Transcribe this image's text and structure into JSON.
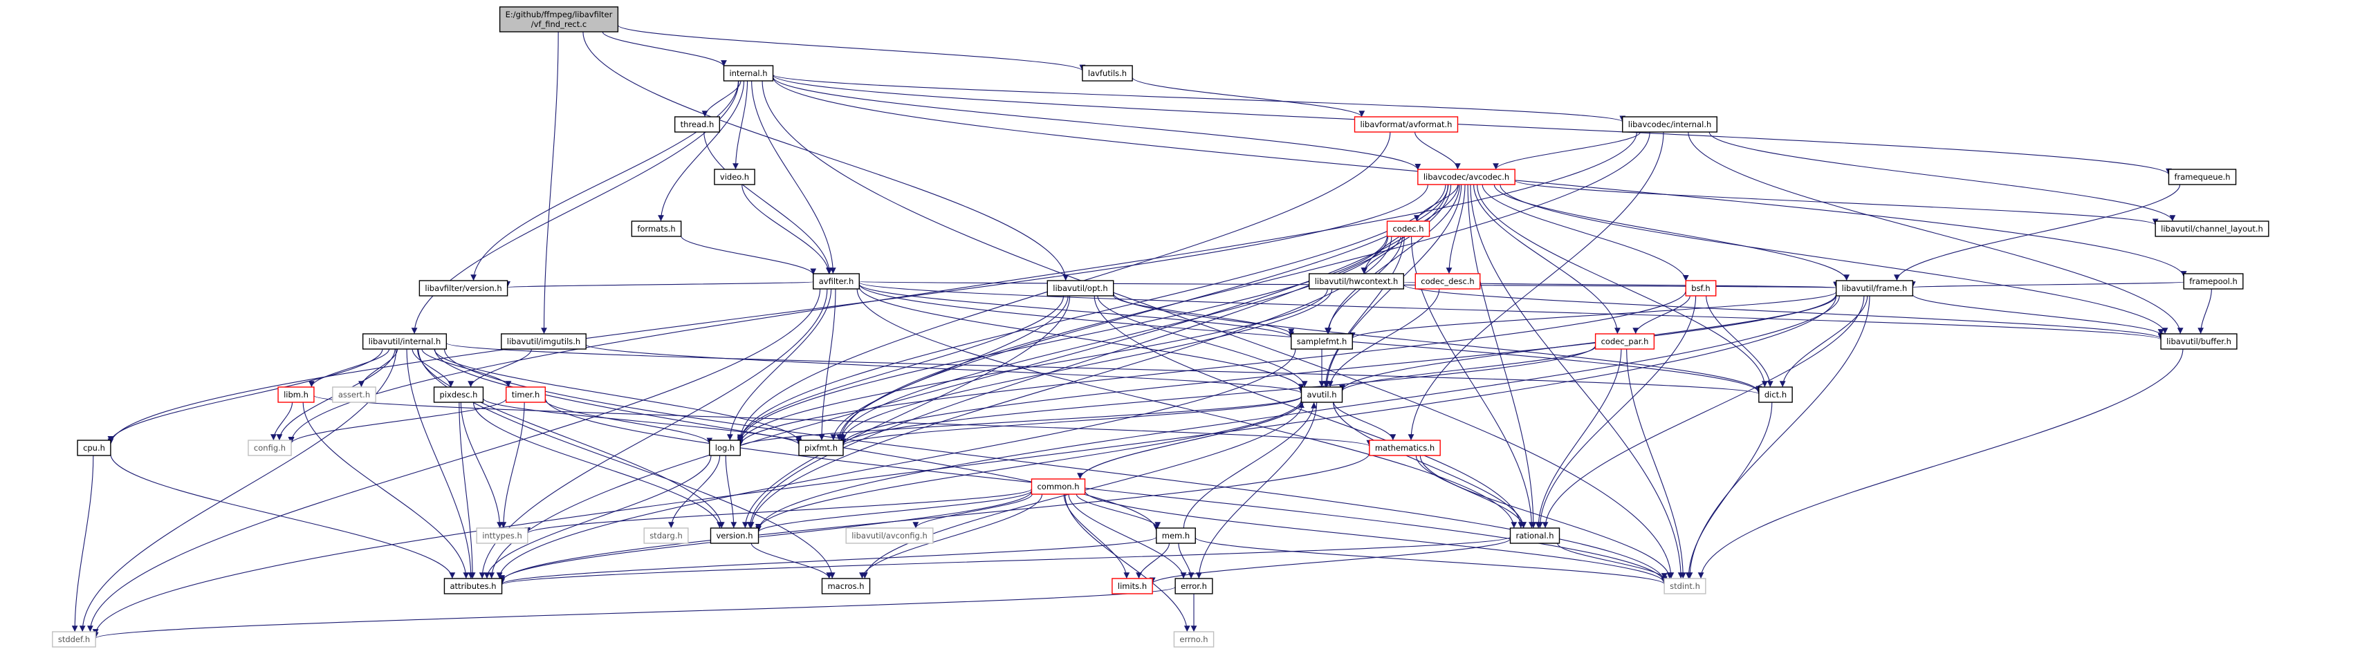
{
  "graph": {
    "title": "E:/github/ffmpeg/libavfilter/vf_find_rect.c",
    "colors": {
      "root_fill": "#bfbfbf",
      "normal_border": "#000000",
      "truncated_border": "#ff0000",
      "external_border": "#bfbfbf",
      "edge": "#191970",
      "normal_text": "#000000",
      "external_text": "#555555",
      "background": "#ffffff"
    },
    "nodes": [
      {
        "id": "root",
        "lines": [
          "E:/github/ffmpeg/libavfilter",
          "/vf_find_rect.c"
        ],
        "kind": "root"
      },
      {
        "id": "internal_h",
        "lines": [
          "internal.h"
        ],
        "kind": "normal"
      },
      {
        "id": "lavfutils_h",
        "lines": [
          "lavfutils.h"
        ],
        "kind": "normal"
      },
      {
        "id": "thread_h",
        "lines": [
          "thread.h"
        ],
        "kind": "normal"
      },
      {
        "id": "libavformat_avformat_h",
        "lines": [
          "libavformat/avformat.h"
        ],
        "kind": "truncated"
      },
      {
        "id": "libavcodec_internal_h",
        "lines": [
          "libavcodec/internal.h"
        ],
        "kind": "normal"
      },
      {
        "id": "video_h",
        "lines": [
          "video.h"
        ],
        "kind": "normal"
      },
      {
        "id": "libavcodec_avcodec_h",
        "lines": [
          "libavcodec/avcodec.h"
        ],
        "kind": "truncated"
      },
      {
        "id": "framequeue_h",
        "lines": [
          "framequeue.h"
        ],
        "kind": "normal"
      },
      {
        "id": "formats_h",
        "lines": [
          "formats.h"
        ],
        "kind": "normal"
      },
      {
        "id": "codec_h",
        "lines": [
          "codec.h"
        ],
        "kind": "truncated"
      },
      {
        "id": "libavutil_channel_layout_h",
        "lines": [
          "libavutil/channel_layout.h"
        ],
        "kind": "normal"
      },
      {
        "id": "avfilter_h",
        "lines": [
          "avfilter.h"
        ],
        "kind": "normal"
      },
      {
        "id": "libavutil_hwcontext_h",
        "lines": [
          "libavutil/hwcontext.h"
        ],
        "kind": "normal"
      },
      {
        "id": "codec_desc_h",
        "lines": [
          "codec_desc.h"
        ],
        "kind": "truncated"
      },
      {
        "id": "framepool_h",
        "lines": [
          "framepool.h"
        ],
        "kind": "normal"
      },
      {
        "id": "libavfilter_version_h",
        "lines": [
          "libavfilter/version.h"
        ],
        "kind": "normal"
      },
      {
        "id": "libavutil_opt_h",
        "lines": [
          "libavutil/opt.h"
        ],
        "kind": "normal"
      },
      {
        "id": "libavutil_frame_h",
        "lines": [
          "libavutil/frame.h"
        ],
        "kind": "normal"
      },
      {
        "id": "bsf_h",
        "lines": [
          "bsf.h"
        ],
        "kind": "truncated"
      },
      {
        "id": "libavutil_internal_h",
        "lines": [
          "libavutil/internal.h"
        ],
        "kind": "normal"
      },
      {
        "id": "libavutil_imgutils_h",
        "lines": [
          "libavutil/imgutils.h"
        ],
        "kind": "normal"
      },
      {
        "id": "samplefmt_h",
        "lines": [
          "samplefmt.h"
        ],
        "kind": "normal"
      },
      {
        "id": "codec_par_h",
        "lines": [
          "codec_par.h"
        ],
        "kind": "truncated"
      },
      {
        "id": "libavutil_buffer_h",
        "lines": [
          "libavutil/buffer.h"
        ],
        "kind": "normal"
      },
      {
        "id": "libm_h",
        "lines": [
          "libm.h"
        ],
        "kind": "truncated"
      },
      {
        "id": "assert_h",
        "lines": [
          "assert.h"
        ],
        "kind": "external"
      },
      {
        "id": "pixdesc_h",
        "lines": [
          "pixdesc.h"
        ],
        "kind": "normal"
      },
      {
        "id": "timer_h",
        "lines": [
          "timer.h"
        ],
        "kind": "truncated"
      },
      {
        "id": "avutil_h",
        "lines": [
          "avutil.h"
        ],
        "kind": "normal"
      },
      {
        "id": "dict_h",
        "lines": [
          "dict.h"
        ],
        "kind": "normal"
      },
      {
        "id": "cpu_h",
        "lines": [
          "cpu.h"
        ],
        "kind": "normal"
      },
      {
        "id": "config_h",
        "lines": [
          "config.h"
        ],
        "kind": "external"
      },
      {
        "id": "log_h",
        "lines": [
          "log.h"
        ],
        "kind": "normal"
      },
      {
        "id": "pixfmt_h",
        "lines": [
          "pixfmt.h"
        ],
        "kind": "normal"
      },
      {
        "id": "mathematics_h",
        "lines": [
          "mathematics.h"
        ],
        "kind": "truncated"
      },
      {
        "id": "common_h",
        "lines": [
          "common.h"
        ],
        "kind": "truncated"
      },
      {
        "id": "inttypes_h",
        "lines": [
          "inttypes.h"
        ],
        "kind": "external"
      },
      {
        "id": "stdarg_h",
        "lines": [
          "stdarg.h"
        ],
        "kind": "external"
      },
      {
        "id": "version_h",
        "lines": [
          "version.h"
        ],
        "kind": "normal"
      },
      {
        "id": "libavutil_avconfig_h",
        "lines": [
          "libavutil/avconfig.h"
        ],
        "kind": "external"
      },
      {
        "id": "mem_h",
        "lines": [
          "mem.h"
        ],
        "kind": "normal"
      },
      {
        "id": "rational_h",
        "lines": [
          "rational.h"
        ],
        "kind": "normal"
      },
      {
        "id": "attributes_h",
        "lines": [
          "attributes.h"
        ],
        "kind": "normal"
      },
      {
        "id": "macros_h",
        "lines": [
          "macros.h"
        ],
        "kind": "normal"
      },
      {
        "id": "limits_h",
        "lines": [
          "limits.h"
        ],
        "kind": "truncated"
      },
      {
        "id": "error_h",
        "lines": [
          "error.h"
        ],
        "kind": "normal"
      },
      {
        "id": "stdint_h",
        "lines": [
          "stdint.h"
        ],
        "kind": "external"
      },
      {
        "id": "stddef_h",
        "lines": [
          "stddef.h"
        ],
        "kind": "external"
      },
      {
        "id": "errno_h",
        "lines": [
          "errno.h"
        ],
        "kind": "external"
      }
    ],
    "edges": [
      [
        "root",
        "internal_h"
      ],
      [
        "root",
        "lavfutils_h"
      ],
      [
        "root",
        "libavutil_opt_h"
      ],
      [
        "root",
        "libavutil_imgutils_h"
      ],
      [
        "internal_h",
        "thread_h"
      ],
      [
        "internal_h",
        "video_h"
      ],
      [
        "internal_h",
        "formats_h"
      ],
      [
        "internal_h",
        "avfilter_h"
      ],
      [
        "internal_h",
        "libavcodec_avcodec_h"
      ],
      [
        "internal_h",
        "libavcodec_internal_h"
      ],
      [
        "internal_h",
        "framequeue_h"
      ],
      [
        "internal_h",
        "framepool_h"
      ],
      [
        "internal_h",
        "libavutil_internal_h"
      ],
      [
        "internal_h",
        "libavfilter_version_h"
      ],
      [
        "internal_h",
        "stdint_h"
      ],
      [
        "lavfutils_h",
        "libavformat_avformat_h"
      ],
      [
        "thread_h",
        "avfilter_h"
      ],
      [
        "video_h",
        "avfilter_h"
      ],
      [
        "formats_h",
        "avfilter_h"
      ],
      [
        "libavformat_avformat_h",
        "libavcodec_avcodec_h"
      ],
      [
        "libavformat_avformat_h",
        "log_h"
      ],
      [
        "libavcodec_internal_h",
        "libavcodec_avcodec_h"
      ],
      [
        "libavcodec_internal_h",
        "libavutil_buffer_h"
      ],
      [
        "libavcodec_internal_h",
        "libavutil_channel_layout_h"
      ],
      [
        "libavcodec_internal_h",
        "pixfmt_h"
      ],
      [
        "libavcodec_internal_h",
        "mathematics_h"
      ],
      [
        "libavcodec_internal_h",
        "config_h"
      ],
      [
        "libavcodec_avcodec_h",
        "codec_h"
      ],
      [
        "libavcodec_avcodec_h",
        "codec_desc_h"
      ],
      [
        "libavcodec_avcodec_h",
        "bsf_h"
      ],
      [
        "libavcodec_avcodec_h",
        "codec_par_h"
      ],
      [
        "libavcodec_avcodec_h",
        "libavutil_hwcontext_h"
      ],
      [
        "libavcodec_avcodec_h",
        "libavutil_frame_h"
      ],
      [
        "libavcodec_avcodec_h",
        "libavutil_buffer_h"
      ],
      [
        "libavcodec_avcodec_h",
        "samplefmt_h"
      ],
      [
        "libavcodec_avcodec_h",
        "avutil_h"
      ],
      [
        "libavcodec_avcodec_h",
        "dict_h"
      ],
      [
        "libavcodec_avcodec_h",
        "log_h"
      ],
      [
        "libavcodec_avcodec_h",
        "pixfmt_h"
      ],
      [
        "libavcodec_avcodec_h",
        "rational_h"
      ],
      [
        "libavcodec_avcodec_h",
        "attributes_h"
      ],
      [
        "libavcodec_avcodec_h",
        "cpu_h"
      ],
      [
        "libavcodec_avcodec_h",
        "libavutil_channel_layout_h"
      ],
      [
        "libavcodec_avcodec_h",
        "version_h"
      ],
      [
        "libavcodec_avcodec_h",
        "stdint_h"
      ],
      [
        "codec_h",
        "libavutil_hwcontext_h"
      ],
      [
        "codec_h",
        "samplefmt_h"
      ],
      [
        "codec_h",
        "avutil_h"
      ],
      [
        "codec_h",
        "log_h"
      ],
      [
        "codec_h",
        "pixfmt_h"
      ],
      [
        "codec_h",
        "rational_h"
      ],
      [
        "codec_h",
        "version_h"
      ],
      [
        "avfilter_h",
        "libavfilter_version_h"
      ],
      [
        "avfilter_h",
        "libavutil_frame_h"
      ],
      [
        "avfilter_h",
        "samplefmt_h"
      ],
      [
        "avfilter_h",
        "avutil_h"
      ],
      [
        "avfilter_h",
        "dict_h"
      ],
      [
        "avfilter_h",
        "log_h"
      ],
      [
        "avfilter_h",
        "pixfmt_h"
      ],
      [
        "avfilter_h",
        "rational_h"
      ],
      [
        "avfilter_h",
        "attributes_h"
      ],
      [
        "avfilter_h",
        "stddef_h"
      ],
      [
        "avfilter_h",
        "libavutil_buffer_h"
      ],
      [
        "libavutil_hwcontext_h",
        "libavutil_frame_h"
      ],
      [
        "libavutil_hwcontext_h",
        "libavutil_buffer_h"
      ],
      [
        "libavutil_hwcontext_h",
        "pixfmt_h"
      ],
      [
        "libavutil_hwcontext_h",
        "log_h"
      ],
      [
        "codec_desc_h",
        "avutil_h"
      ],
      [
        "framepool_h",
        "libavutil_frame_h"
      ],
      [
        "framepool_h",
        "libavutil_buffer_h"
      ],
      [
        "framequeue_h",
        "libavutil_frame_h"
      ],
      [
        "libavutil_opt_h",
        "avutil_h"
      ],
      [
        "libavutil_opt_h",
        "samplefmt_h"
      ],
      [
        "libavutil_opt_h",
        "dict_h"
      ],
      [
        "libavutil_opt_h",
        "log_h"
      ],
      [
        "libavutil_opt_h",
        "pixfmt_h"
      ],
      [
        "libavutil_opt_h",
        "rational_h"
      ],
      [
        "libavutil_opt_h",
        "version_h"
      ],
      [
        "libavutil_frame_h",
        "avutil_h"
      ],
      [
        "libavutil_frame_h",
        "libavutil_buffer_h"
      ],
      [
        "libavutil_frame_h",
        "dict_h"
      ],
      [
        "libavutil_frame_h",
        "rational_h"
      ],
      [
        "libavutil_frame_h",
        "samplefmt_h"
      ],
      [
        "libavutil_frame_h",
        "pixfmt_h"
      ],
      [
        "libavutil_frame_h",
        "version_h"
      ],
      [
        "libavutil_frame_h",
        "stddef_h"
      ],
      [
        "libavutil_frame_h",
        "stdint_h"
      ],
      [
        "bsf_h",
        "codec_par_h"
      ],
      [
        "bsf_h",
        "dict_h"
      ],
      [
        "bsf_h",
        "log_h"
      ],
      [
        "bsf_h",
        "rational_h"
      ],
      [
        "libavutil_imgutils_h",
        "avutil_h"
      ],
      [
        "libavutil_imgutils_h",
        "pixdesc_h"
      ],
      [
        "libavutil_internal_h",
        "libm_h"
      ],
      [
        "libavutil_internal_h",
        "assert_h"
      ],
      [
        "libavutil_internal_h",
        "pixdesc_h"
      ],
      [
        "libavutil_internal_h",
        "timer_h"
      ],
      [
        "libavutil_internal_h",
        "cpu_h"
      ],
      [
        "libavutil_internal_h",
        "config_h"
      ],
      [
        "libavutil_internal_h",
        "dict_h"
      ],
      [
        "libavutil_internal_h",
        "mem_h"
      ],
      [
        "libavutil_internal_h",
        "attributes_h"
      ],
      [
        "libavutil_internal_h",
        "macros_h"
      ],
      [
        "libavutil_internal_h",
        "version_h"
      ],
      [
        "libavutil_internal_h",
        "stdint_h"
      ],
      [
        "libavutil_internal_h",
        "stddef_h"
      ],
      [
        "libavutil_internal_h",
        "pixfmt_h"
      ],
      [
        "samplefmt_h",
        "avutil_h"
      ],
      [
        "samplefmt_h",
        "attributes_h"
      ],
      [
        "codec_par_h",
        "avutil_h"
      ],
      [
        "codec_par_h",
        "rational_h"
      ],
      [
        "codec_par_h",
        "pixfmt_h"
      ],
      [
        "codec_par_h",
        "stdint_h"
      ],
      [
        "libavutil_buffer_h",
        "stdint_h"
      ],
      [
        "libm_h",
        "config_h"
      ],
      [
        "libm_h",
        "attributes_h"
      ],
      [
        "libm_h",
        "mathematics_h"
      ],
      [
        "pixdesc_h",
        "attributes_h"
      ],
      [
        "pixdesc_h",
        "pixfmt_h"
      ],
      [
        "pixdesc_h",
        "version_h"
      ],
      [
        "pixdesc_h",
        "inttypes_h"
      ],
      [
        "timer_h",
        "config_h"
      ],
      [
        "timer_h",
        "log_h"
      ],
      [
        "timer_h",
        "inttypes_h"
      ],
      [
        "timer_h",
        "stdint_h"
      ],
      [
        "avutil_h",
        "common_h"
      ],
      [
        "avutil_h",
        "error_h"
      ],
      [
        "avutil_h",
        "version_h"
      ],
      [
        "avutil_h",
        "macros_h"
      ],
      [
        "avutil_h",
        "mathematics_h"
      ],
      [
        "avutil_h",
        "rational_h"
      ],
      [
        "avutil_h",
        "log_h"
      ],
      [
        "avutil_h",
        "pixfmt_h"
      ],
      [
        "dict_h",
        "stdint_h"
      ],
      [
        "cpu_h",
        "attributes_h"
      ],
      [
        "cpu_h",
        "stddef_h"
      ],
      [
        "log_h",
        "attributes_h"
      ],
      [
        "log_h",
        "version_h"
      ],
      [
        "log_h",
        "stdarg_h"
      ],
      [
        "mathematics_h",
        "rational_h"
      ],
      [
        "mathematics_h",
        "attributes_h"
      ],
      [
        "mathematics_h",
        "stdint_h"
      ],
      [
        "common_h",
        "attributes_h"
      ],
      [
        "common_h",
        "macros_h"
      ],
      [
        "common_h",
        "version_h"
      ],
      [
        "common_h",
        "mem_h"
      ],
      [
        "common_h",
        "error_h"
      ],
      [
        "common_h",
        "libavutil_avconfig_h"
      ],
      [
        "common_h",
        "inttypes_h"
      ],
      [
        "common_h",
        "limits_h"
      ],
      [
        "common_h",
        "errno_h"
      ],
      [
        "common_h",
        "stdint_h"
      ],
      [
        "common_h",
        "avutil_h"
      ],
      [
        "mem_h",
        "attributes_h"
      ],
      [
        "mem_h",
        "error_h"
      ],
      [
        "mem_h",
        "avutil_h"
      ],
      [
        "mem_h",
        "limits_h"
      ],
      [
        "mem_h",
        "stdint_h"
      ],
      [
        "rational_h",
        "attributes_h"
      ],
      [
        "rational_h",
        "limits_h"
      ],
      [
        "rational_h",
        "stdint_h"
      ],
      [
        "version_h",
        "macros_h"
      ],
      [
        "error_h",
        "errno_h"
      ],
      [
        "error_h",
        "stddef_h"
      ]
    ]
  }
}
